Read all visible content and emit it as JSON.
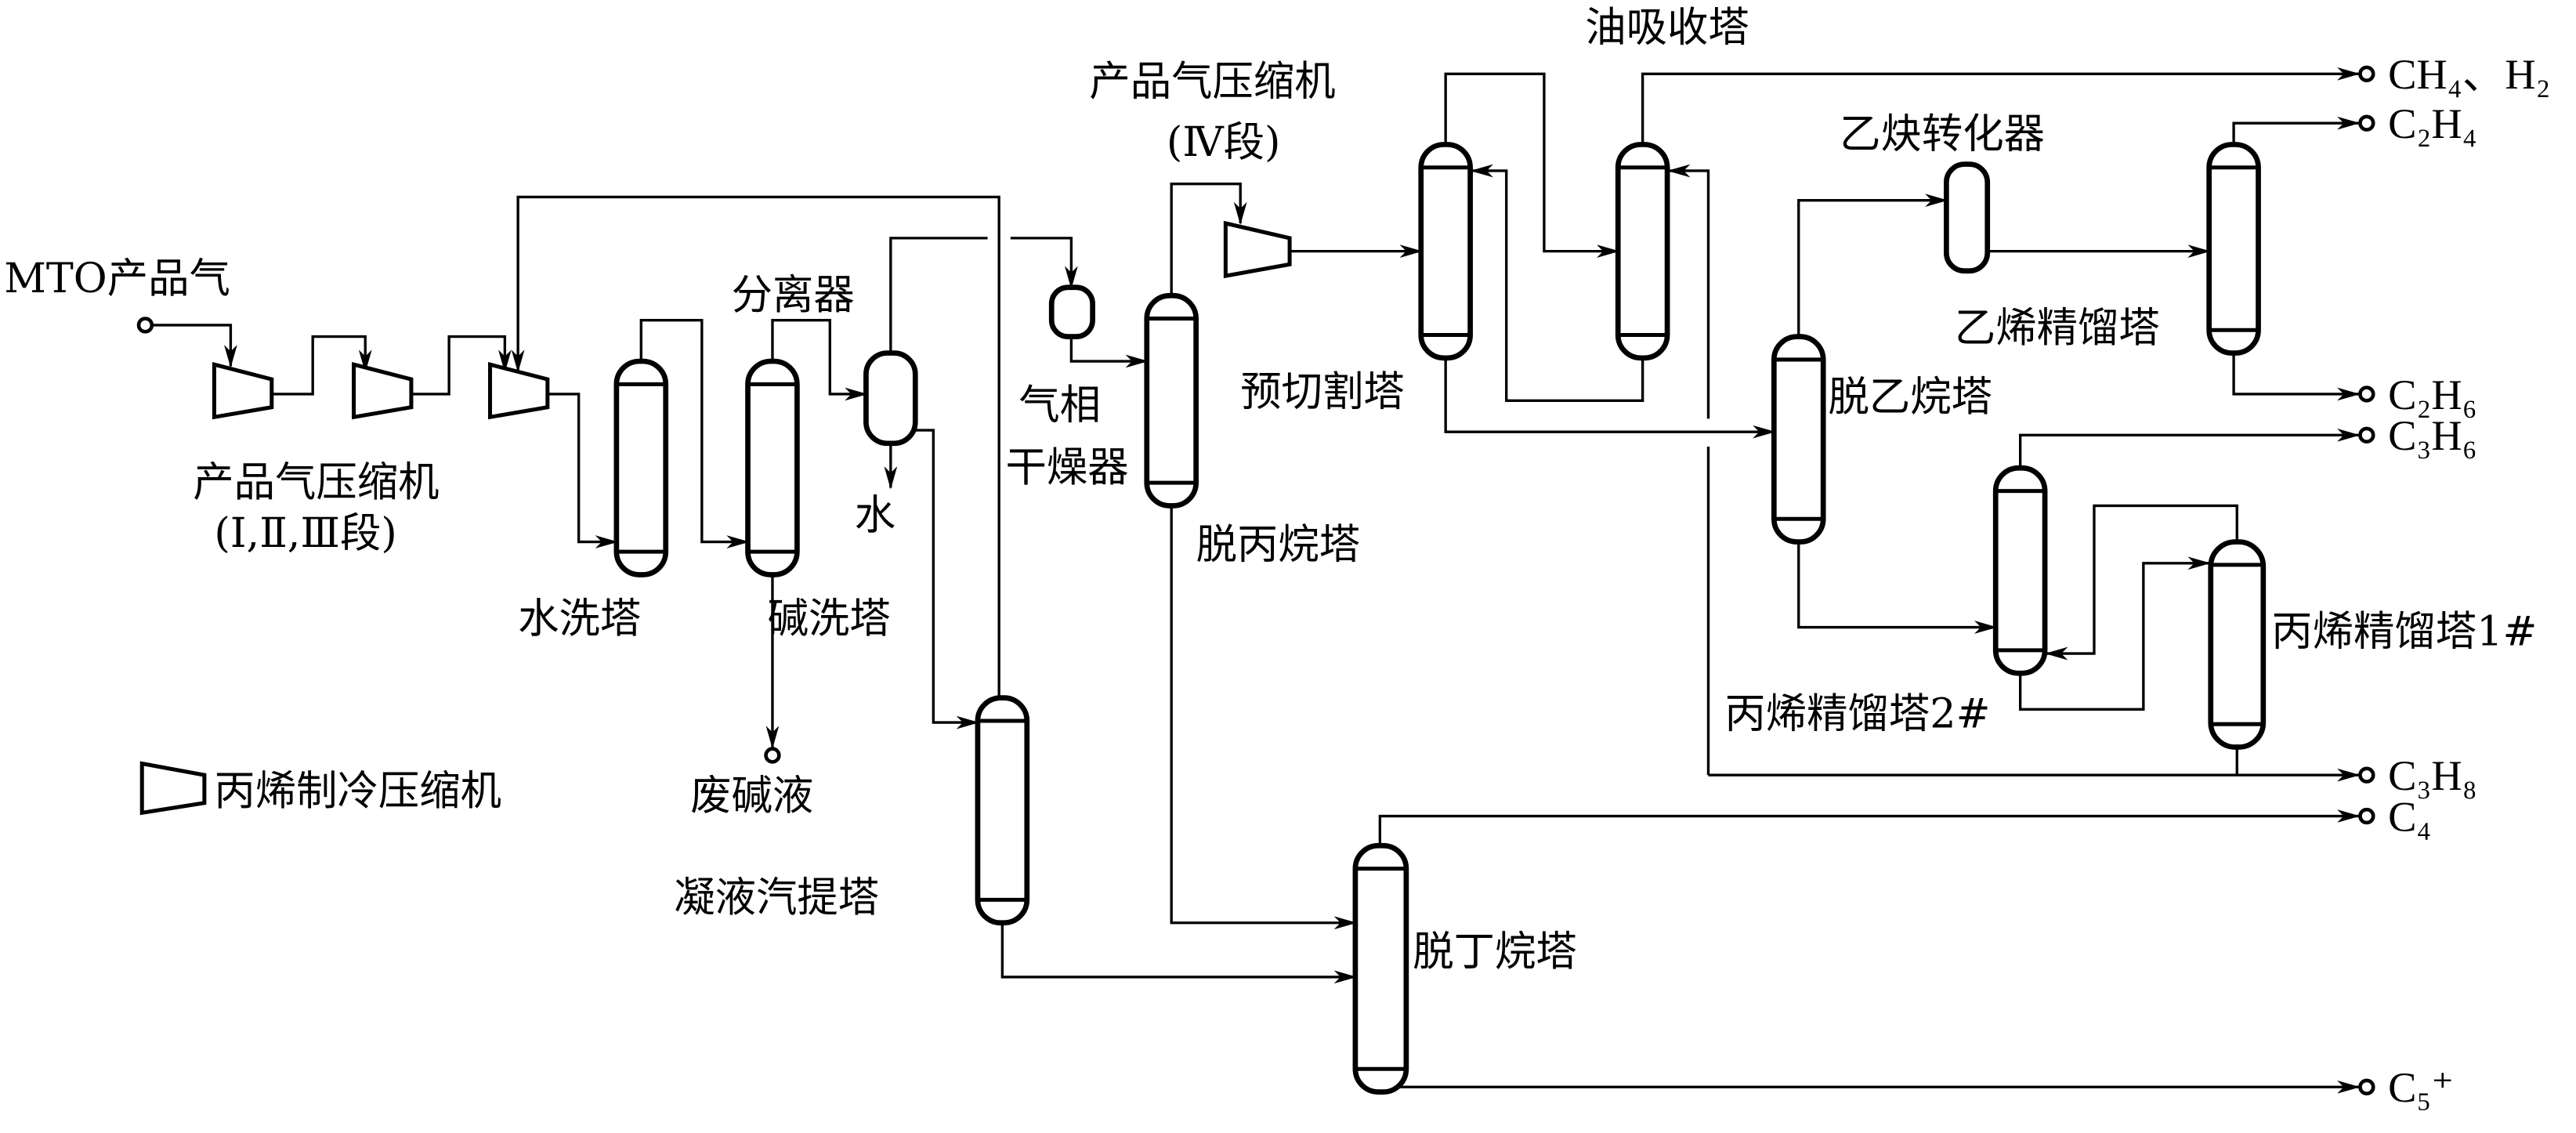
{
  "feed": "MTO产品气",
  "compressor_123": {
    "name": "产品气压缩机",
    "stage": "(Ⅰ,Ⅱ,Ⅲ段)"
  },
  "compressor_4": {
    "name": "产品气压缩机",
    "stage": "(Ⅳ段)"
  },
  "units": {
    "water_wash": "水洗塔",
    "caustic_wash": "碱洗塔",
    "separator": "分离器",
    "water": "水",
    "spent_caustic": "废碱液",
    "condensate_stripper": "凝液汽提塔",
    "dryer_line1": "气相",
    "dryer_line2": "干燥器",
    "depropanizer": "脱丙烷塔",
    "precut": "预切割塔",
    "oil_absorber": "油吸收塔",
    "acetylene_converter": "乙炔转化器",
    "ethylene_fractionator": "乙烯精馏塔",
    "deethanizer": "脱乙烷塔",
    "propylene_2": "丙烯精馏塔2#",
    "propylene_1": "丙烯精馏塔1#",
    "debutanizer": "脱丁烷塔"
  },
  "legend": {
    "icon": "trapezoid-compressor-icon",
    "label": "丙烯制冷压缩机"
  },
  "products": {
    "ch4_h2": "CH₄、H₂",
    "c2h4": "C₂H₄",
    "c2h6": "C₂H₆",
    "c3h6": "C₃H₆",
    "c3h8": "C₃H₈",
    "c4": "C₄",
    "c5plus": "C₅⁺"
  }
}
